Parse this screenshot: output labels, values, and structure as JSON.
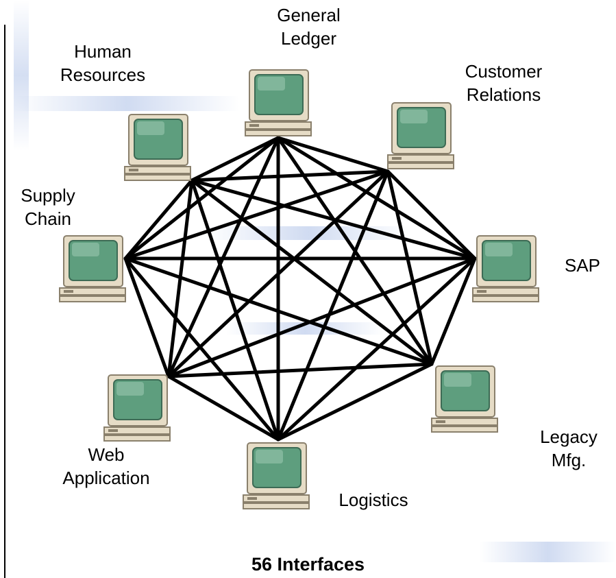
{
  "diagram": {
    "caption": "56 Interfaces",
    "systems": [
      {
        "id": "general-ledger",
        "label_lines": [
          "General",
          "Ledger"
        ]
      },
      {
        "id": "customer-relations",
        "label_lines": [
          "Customer",
          "Relations"
        ]
      },
      {
        "id": "sap",
        "label_lines": [
          "SAP"
        ]
      },
      {
        "id": "legacy-mfg",
        "label_lines": [
          "Legacy",
          "Mfg."
        ]
      },
      {
        "id": "logistics",
        "label_lines": [
          "Logistics"
        ]
      },
      {
        "id": "web-application",
        "label_lines": [
          "Web",
          "Application"
        ]
      },
      {
        "id": "supply-chain",
        "label_lines": [
          "Supply",
          "Chain"
        ]
      },
      {
        "id": "human-resources",
        "label_lines": [
          "Human",
          "Resources"
        ]
      }
    ],
    "connection_pattern": "every system connected to every other system",
    "icon": "desktop-computer-icon",
    "colors": {
      "link": "#000000",
      "computer_case": "#e6dcc6",
      "computer_outline": "#8a806c",
      "screen": "#5e9e7e"
    }
  }
}
